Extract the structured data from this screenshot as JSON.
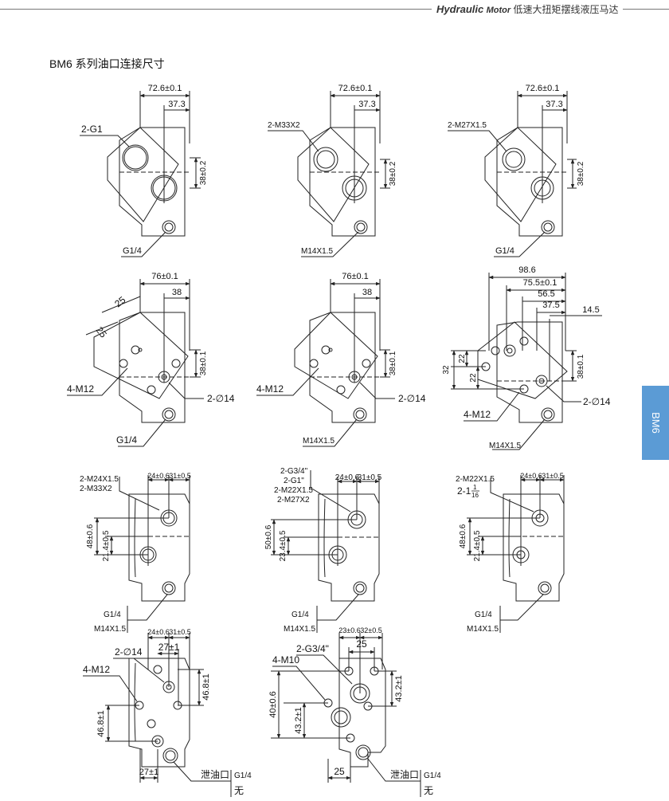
{
  "header": {
    "brand": "Hydraulic",
    "sub": "Motor",
    "cn": "低速大扭矩摆线液压马达"
  },
  "title": "BM6 系列油口连接尺寸",
  "side_tab": "BM6",
  "row1": [
    {
      "top": "72.6±0.1",
      "mid": "37.3",
      "side": "38±0.2",
      "port": "2-G1",
      "drain": "G1/4"
    },
    {
      "top": "72.6±0.1",
      "mid": "37.3",
      "side": "38±0.2",
      "port": "2-M33X2",
      "drain": "M14X1.5"
    },
    {
      "top": "72.6±0.1",
      "mid": "37.3",
      "side": "38±0.2",
      "port": "2-M27X1.5",
      "drain": "G1/4"
    }
  ],
  "row2": [
    {
      "top": "76±0.1",
      "mid": "38",
      "d1": "25",
      "d2": "25",
      "side": "38±0.1",
      "bolt": "4-M12",
      "port": "2-∅14",
      "drain": "G1/4"
    },
    {
      "top": "76±0.1",
      "mid": "38",
      "side": "38±0.1",
      "bolt": "4-M12",
      "port": "2-∅14",
      "drain": "M14X1.5"
    },
    {
      "d1": "98.6",
      "d2": "75.5±0.1",
      "d3": "56.5",
      "d4": "37.5",
      "d5": "14.5",
      "v1": "32",
      "v2": "22",
      "v3": "22",
      "side": "38±0.1",
      "bolt": "4-M12",
      "port": "2-∅14",
      "drain": "M14X1.5"
    }
  ],
  "row3": [
    {
      "port1": "2-M24X1.5",
      "port2": "2-M33X2",
      "a": "24±0.6",
      "b": "31±0.5",
      "h1": "48±0.6",
      "h2": "21.4±0.5",
      "drain1": "G1/4",
      "drain2": "M14X1.5"
    },
    {
      "port1": "2-G3/4\"",
      "port2": "2-G1\"",
      "port3": "2-M22X1.5",
      "port4": "2-M27X2",
      "a": "24±0.6",
      "b": "31±0.5",
      "h1": "50±0.6",
      "h2": "23.4±0.5",
      "drain1": "G1/4",
      "drain2": "M14X1.5"
    },
    {
      "port1": "2-M22X1.5",
      "port2": "2-1",
      "frac_n": "1",
      "frac_d": "16",
      "a": "24±0.6",
      "b": "31±0.5",
      "h1": "48±0.6",
      "h2": "21.4±0.5",
      "drain1": "G1/4",
      "drain2": "M14X1.5"
    }
  ],
  "row4": [
    {
      "a": "24±0.6",
      "b": "31±0.5",
      "port": "2-∅14",
      "c": "27±1",
      "bolt": "4-M12",
      "v1": "46.8±1",
      "v2": "46.8±1",
      "bot": "27±1",
      "drain_cn": "泄油口",
      "drain": "G1/4",
      "none": "无"
    },
    {
      "a": "23±0.6",
      "b": "32±0.5",
      "c": "25",
      "port": "2-G3/4\"",
      "bolt": "4-M10",
      "v1": "43.2±1",
      "v2": "40±0.6",
      "v3": "43.2±1",
      "bot": "25",
      "drain_cn": "泄油口",
      "drain": "G1/4",
      "none": "无"
    }
  ]
}
